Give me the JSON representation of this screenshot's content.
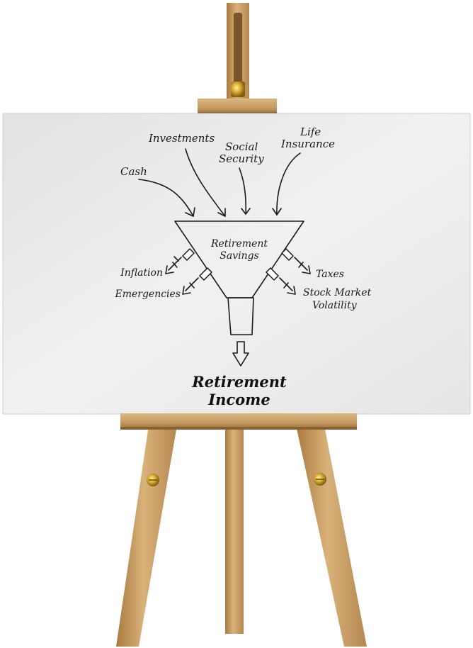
{
  "diagram": {
    "inputs": {
      "cash": "Cash",
      "investments": "Investments",
      "social_security": [
        "Social",
        "Security"
      ],
      "life_insurance": [
        "Life",
        "Insurance"
      ]
    },
    "funnel": {
      "label": [
        "Retirement",
        "Savings"
      ]
    },
    "leaks_left": {
      "inflation": "Inflation",
      "emergencies": "Emergencies"
    },
    "leaks_right": {
      "taxes": "Taxes",
      "stock_market_volatility": [
        "Stock Market",
        "Volatility"
      ]
    },
    "output": {
      "label": [
        "Retirement",
        "Income"
      ]
    }
  },
  "colors": {
    "board": "#e9e9e9",
    "ink": "#1a1a1a",
    "wood": "#c9a06a",
    "wood_dark": "#a77a45",
    "brass": "#d4a52a"
  }
}
